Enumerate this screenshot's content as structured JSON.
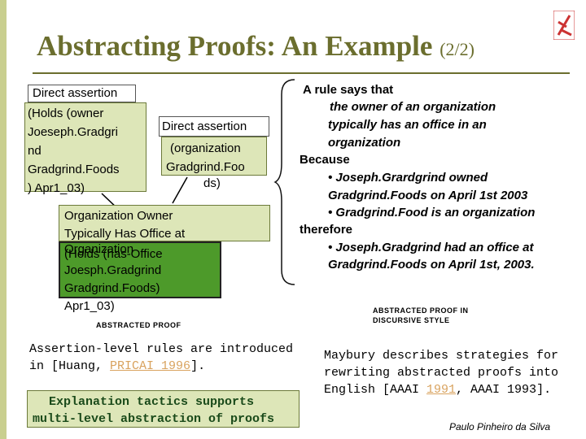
{
  "slide": {
    "title": "Abstracting Proofs: An Example",
    "title_part": "(2/2)",
    "author": "Paulo Pinheiro da Silva",
    "colors": {
      "title": "#6b6e2e",
      "band": "#c9cf8f",
      "box_green": "#4d9a2a",
      "box_light": "#dde6b8",
      "link": "#d9a35f"
    }
  },
  "proof_tree": {
    "assertion1_header": "Direct assertion",
    "assertion1_lines": [
      "(Holds (owner",
      "Joeseph.Gradgri",
      "nd",
      "Gradgrind.Foods",
      ") Apr1_03)"
    ],
    "assertion2_header": "Direct assertion",
    "assertion2_lines": [
      "(organization",
      "Gradgrind.Foo",
      "ds)"
    ],
    "rule_lines": [
      "Organization  Owner",
      "Typically Has Office at",
      "Organization"
    ],
    "conclusion_lines": [
      "(Holds (has-Office",
      "Joesph.Gradgrind",
      "Gradgrind.Foods)",
      "Apr1_03)"
    ],
    "label": "ABSTRACTED PROOF"
  },
  "discursive": {
    "lines": [
      "A rule says that",
      "the owner of an organization",
      "typically has an office in an",
      "organization",
      "Because",
      "• Joseph.Grardgrind owned",
      "Gradgrind.Foods on April 1st 2003",
      "• Gradgrind.Food is an organization",
      "therefore",
      "• Joseph.Gradgrind had an office at",
      "Gradgrind.Foods on April 1st, 2003."
    ],
    "label_line1": "ABSTRACTED PROOF IN",
    "label_line2": "DISCURSIVE STYLE"
  },
  "notes": {
    "assertion_level_line1": "Assertion-level rules are introduced",
    "assertion_level_line2_pre": "in [Huang, ",
    "assertion_level_link": "PRICAI 1996",
    "assertion_level_line2_post": "].",
    "maybury_line1": "Maybury describes strategies for",
    "maybury_line2": "rewriting abstracted proofs into",
    "maybury_line3_pre": "English [AAAI ",
    "maybury_link": "1991",
    "maybury_line3_post": ", AAAI 1993].",
    "tactics_line1": "Explanation tactics supports",
    "tactics_line2": "multi-level abstraction of proofs"
  }
}
